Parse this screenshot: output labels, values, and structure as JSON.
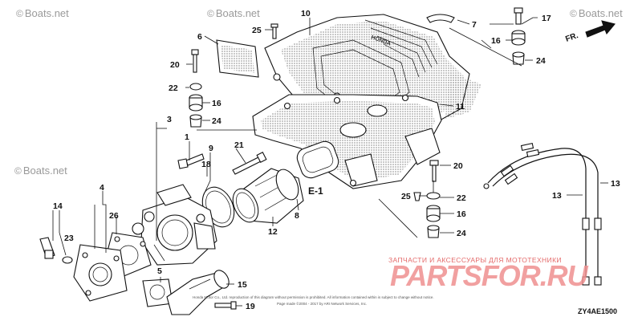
{
  "watermarks": [
    {
      "symbol": "©",
      "text": "Boats.net"
    },
    {
      "symbol": "©",
      "text": "Boats.net"
    },
    {
      "symbol": "©",
      "text": "Boats.net"
    },
    {
      "symbol": "©",
      "text": "Boats.net"
    }
  ],
  "callouts": {
    "c1": "1",
    "c3": "3",
    "c4": "4",
    "c5": "5",
    "c6": "6",
    "c7": "7",
    "c8": "8",
    "c9": "9",
    "c10": "10",
    "c11": "11",
    "c12": "12",
    "c13a": "13",
    "c13b": "13",
    "c14": "14",
    "c15": "15",
    "c16a": "16",
    "c16b": "16",
    "c16c": "16",
    "c17": "17",
    "c18": "18",
    "c19": "19",
    "c20a": "20",
    "c20b": "20",
    "c21": "21",
    "c22a": "22",
    "c22b": "22",
    "c23": "23",
    "c24a": "24",
    "c24b": "24",
    "c24c": "24",
    "c25a": "25",
    "c25b": "25",
    "c26": "26"
  },
  "section_ref": "E-1",
  "direction_label": "FR.",
  "cover_emboss": "HONDA",
  "parts_banner": "ЗАПЧАСТИ И АКСЕССУАРЫ ДЛЯ МОТОТЕХНИКИ",
  "parts_logo": "PARTSFOR.RU",
  "diagram_code": "ZY4AE1500",
  "fine_print_1": "Honda Motor Co., Ltd. reproduction of this diagram without permission is prohibited. All information contained within is subject to change without notice.",
  "fine_print_2": "Page made ©2004 - 2017 by ARI Network Services, Inc."
}
